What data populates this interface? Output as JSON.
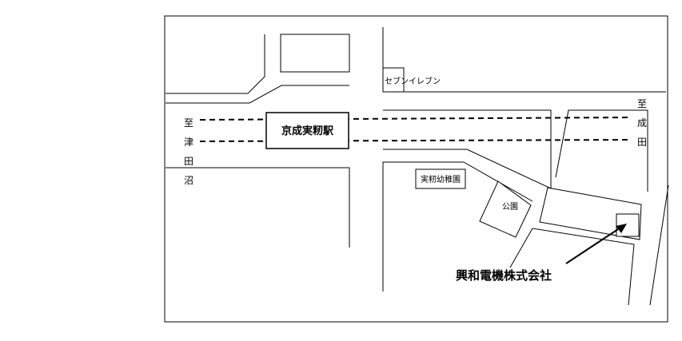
{
  "map": {
    "station_label": "京成実籾駅",
    "kindergarten_label": "実籾幼稚園",
    "park_label": "公園",
    "store_label": "セブンイレブン",
    "company_label": "興和電機株式会社",
    "direction_left": [
      "至",
      "津",
      "田",
      "沼"
    ],
    "direction_right": [
      "至",
      "成",
      "田"
    ]
  }
}
